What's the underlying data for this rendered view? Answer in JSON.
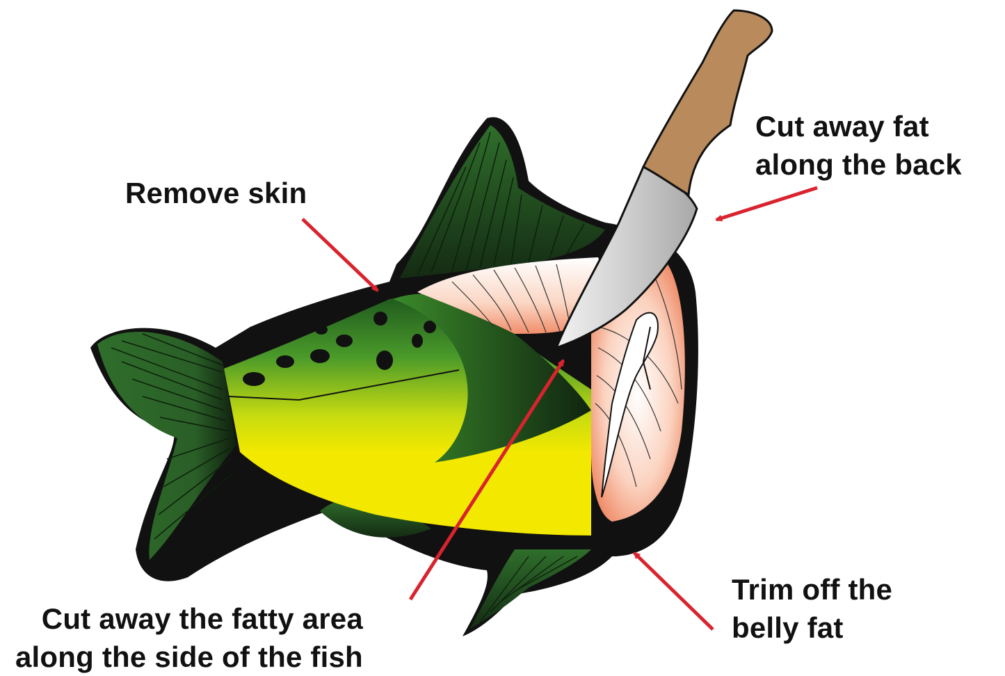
{
  "labels": {
    "remove_skin": "Remove skin",
    "back_fat": {
      "line1": "Cut away fat",
      "line2": "along the back"
    },
    "side_fat": {
      "line1": "Cut away the fatty area",
      "line2": "along the side of the fish"
    },
    "belly_fat": {
      "line1": "Trim off the",
      "line2": "belly fat"
    }
  },
  "colors": {
    "arrow": "#d9232e",
    "outline": "#111111",
    "fin_green": "#2e6b2a",
    "body_yellow": "#f0e600",
    "flesh": "#f4a98a",
    "knife_handle": "#b88a5c",
    "knife_blade": "#dadada"
  }
}
